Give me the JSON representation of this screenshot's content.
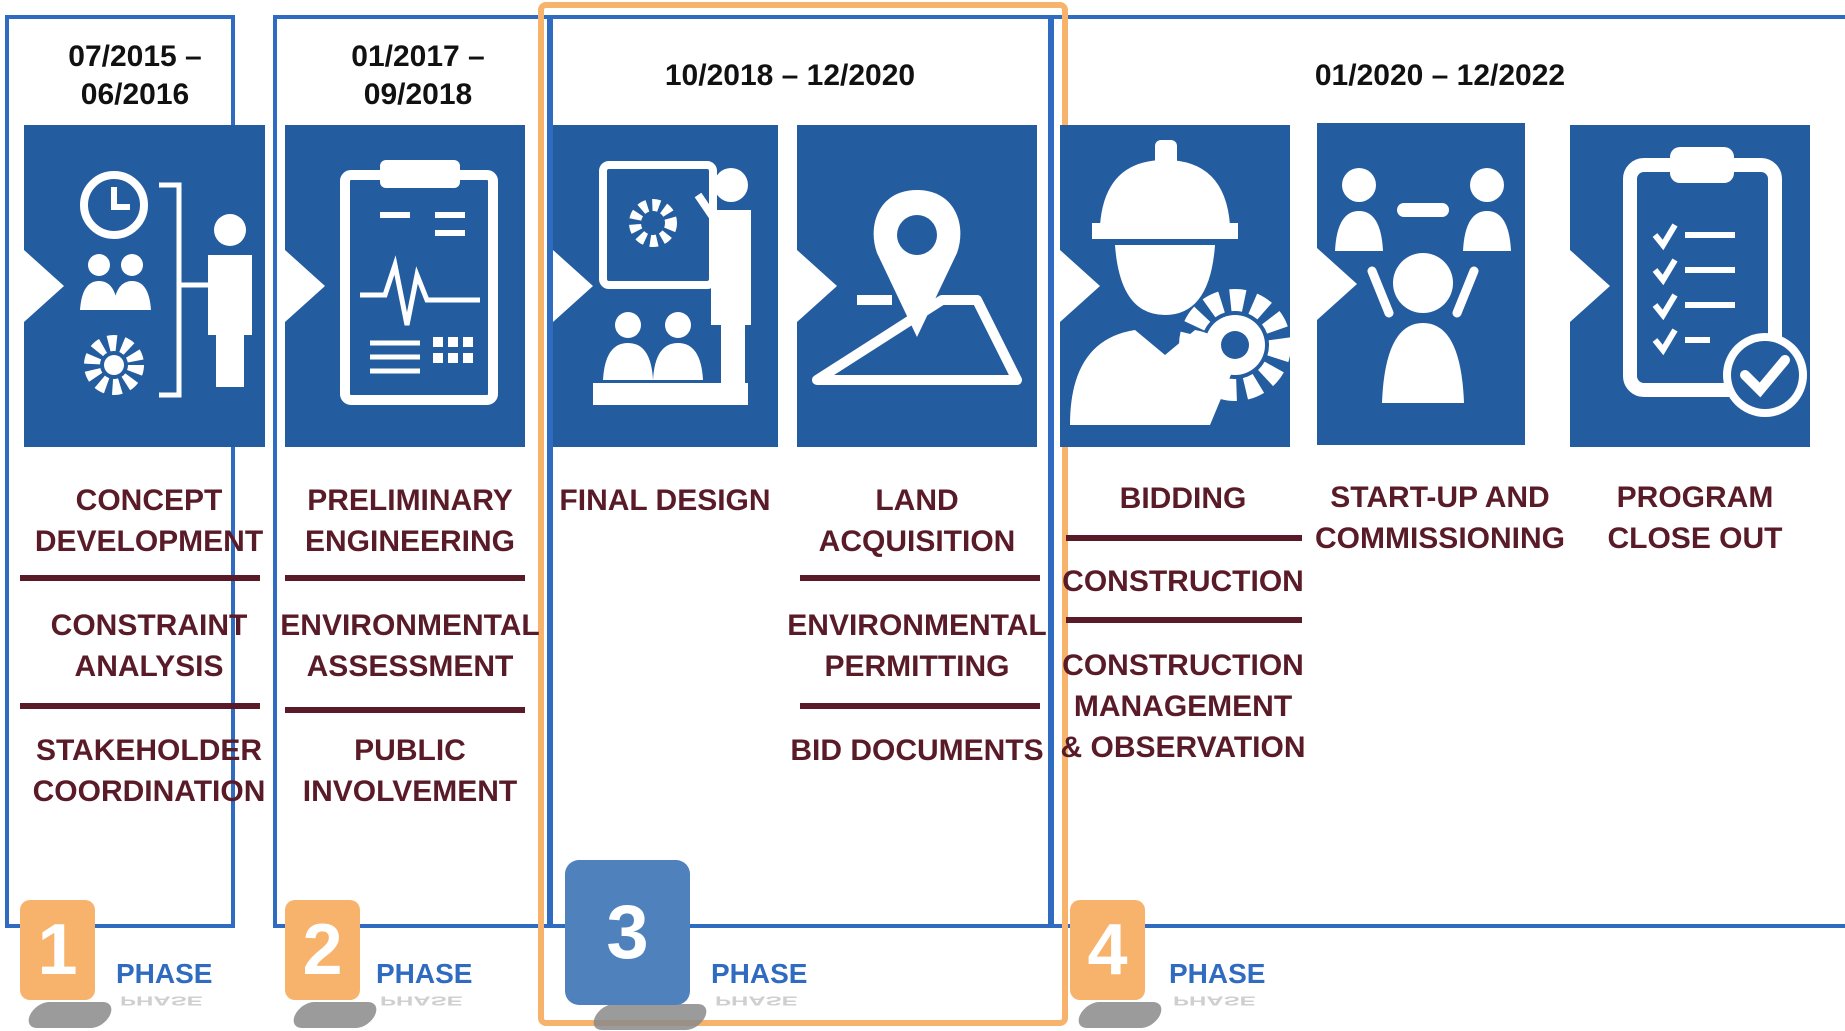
{
  "dates": {
    "phase1": "07/2015 –\n06/2016",
    "phase2": "01/2017 –\n09/2018",
    "phase3": "10/2018 – 12/2020",
    "phase4": "01/2020 – 12/2022"
  },
  "tiles": [
    {
      "icon": "team-meeting-icon"
    },
    {
      "icon": "clipboard-chart-icon"
    },
    {
      "icon": "presentation-icon"
    },
    {
      "icon": "map-pin-icon"
    },
    {
      "icon": "engineer-gear-icon"
    },
    {
      "icon": "people-group-icon"
    },
    {
      "icon": "checklist-icon"
    }
  ],
  "columns": {
    "col1": [
      "CONCEPT\nDEVELOPMENT",
      "CONSTRAINT\nANALYSIS",
      "STAKEHOLDER\nCOORDINATION"
    ],
    "col2": [
      "PRELIMINARY\nENGINEERING",
      "ENVIRONMENTAL\nASSESSMENT",
      "PUBLIC\nINVOLVEMENT"
    ],
    "col3": [
      "FINAL DESIGN"
    ],
    "col4": [
      "LAND\nACQUISITION",
      "ENVIRONMENTAL\nPERMITTING",
      "BID DOCUMENTS"
    ],
    "col5": [
      "BIDDING",
      "CONSTRUCTION",
      "CONSTRUCTION\nMANAGEMENT\n& OBSERVATION"
    ],
    "col6": [
      "START-UP AND\nCOMMISSIONING"
    ],
    "col7": [
      "PROGRAM\nCLOSE OUT"
    ]
  },
  "phases": [
    {
      "number": "1",
      "label": "PHASE"
    },
    {
      "number": "2",
      "label": "PHASE"
    },
    {
      "number": "3",
      "label": "PHASE"
    },
    {
      "number": "4",
      "label": "PHASE"
    }
  ],
  "colors": {
    "tile": "#245ca0",
    "frame": "#2f6bc0",
    "highlight": "#f7b26b",
    "label": "#5a1b28",
    "badge_active": "#4f81bd"
  }
}
